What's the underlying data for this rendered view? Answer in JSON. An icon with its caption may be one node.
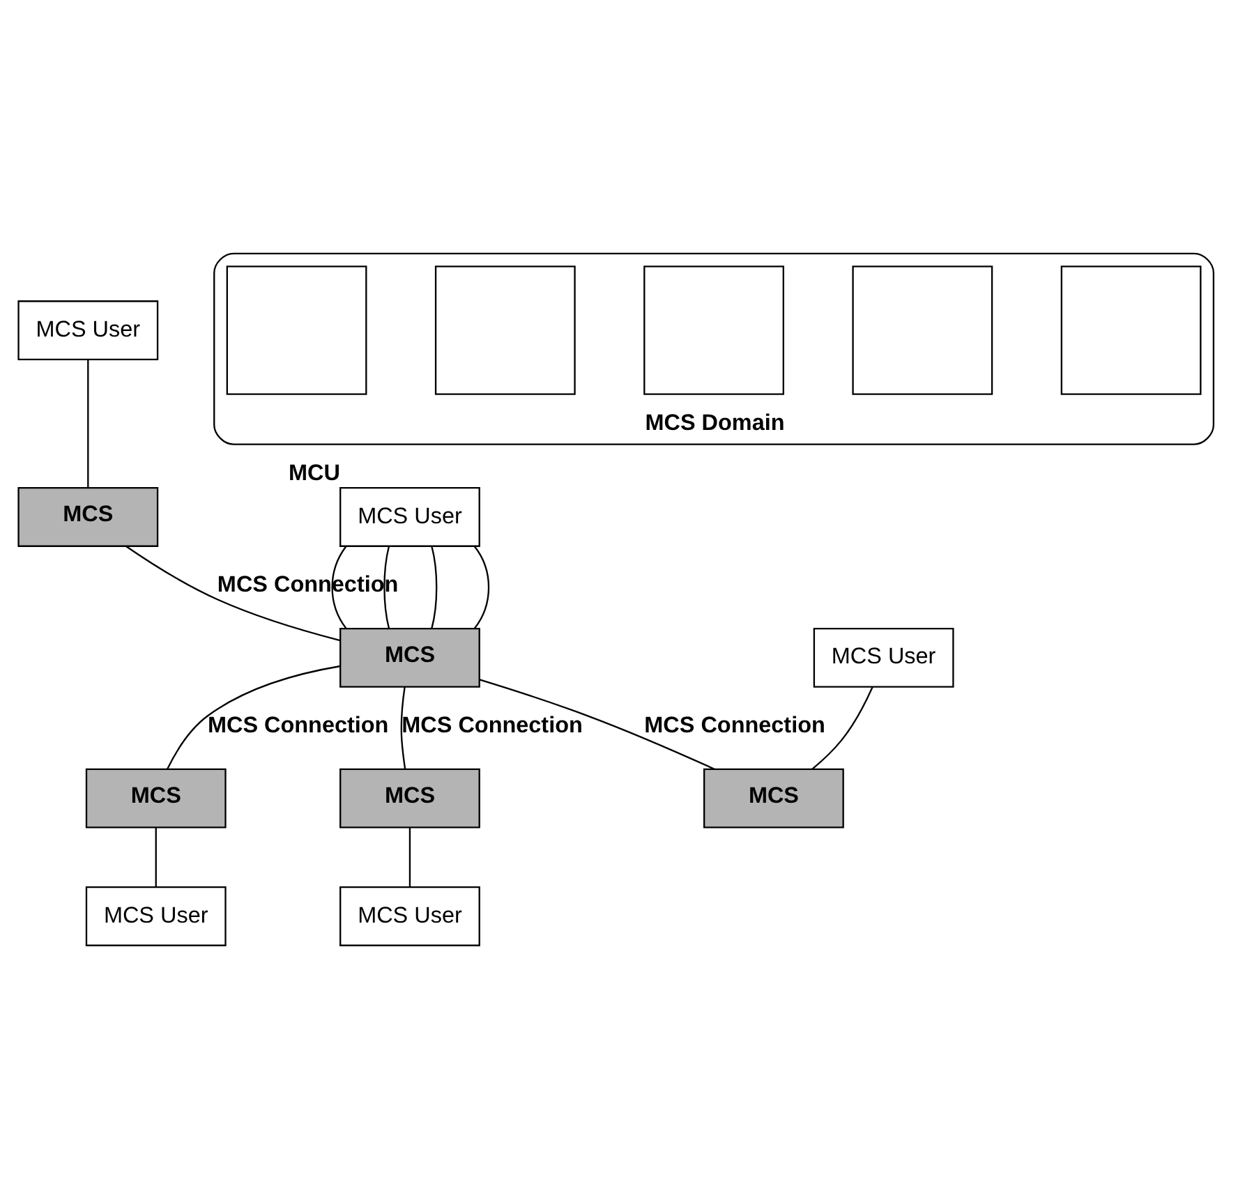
{
  "diagram": {
    "nodes": [
      {
        "text": [
          "MCS Domain"
        ]
      },
      {
        "text": [
          "MCS User"
        ]
      },
      {
        "text": [
          "MCS User"
        ],
        "beside": [
          "MCU"
        ]
      },
      {
        "text": [
          "MCS User"
        ]
      },
      {
        "text": [
          "MCS"
        ]
      },
      {
        "text": [
          "MCS"
        ]
      },
      {
        "text": [
          "MCS"
        ]
      },
      {
        "text": [],
        "shape": "box",
        "in": 0
      },
      {
        "text": [],
        "shape": "box",
        "in": 0
      },
      {
        "text": [],
        "shape": "box",
        "in": 0
      },
      {
        "text": [],
        "shape": "box",
        "in": 0
      },
      {
        "text": [],
        "shape": "box",
        "in": 0
      },
      {
        "text": [
          "MCS"
        ]
      },
      {
        "text": [
          "MCS"
        ]
      },
      {
        "text": [
          "MCS User"
        ]
      },
      {
        "text": [
          "MCS User"
        ]
      }
    ],
    "edges": [
      {
        "from": 1,
        "to": 4,
        "arrow": "none"
      },
      {
        "from": 2,
        "to": 5,
        "arrow": "none"
      },
      {
        "from": 2,
        "to": 5,
        "arrow": "none"
      },
      {
        "from": 2,
        "to": 5,
        "arrow": "none"
      },
      {
        "from": 2,
        "to": 5,
        "arrow": "none"
      },
      {
        "from": 3,
        "to": 6,
        "arrow": "none"
      },
      {
        "from": 4,
        "to": 5,
        "arrow": "none",
        "label": "MCS Connection"
      },
      {
        "from": 5,
        "to": 6,
        "arrow": "none",
        "label": "MCS Connection"
      },
      {
        "from": 5,
        "to": 12,
        "arrow": "none",
        "label": "MCS Connection"
      },
      {
        "from": 5,
        "to": 13,
        "arrow": "none",
        "label": "MCS Connection"
      },
      {
        "from": 12,
        "to": 14,
        "arrow": "none"
      },
      {
        "from": 13,
        "to": 15,
        "arrow": "none"
      }
    ]
  }
}
